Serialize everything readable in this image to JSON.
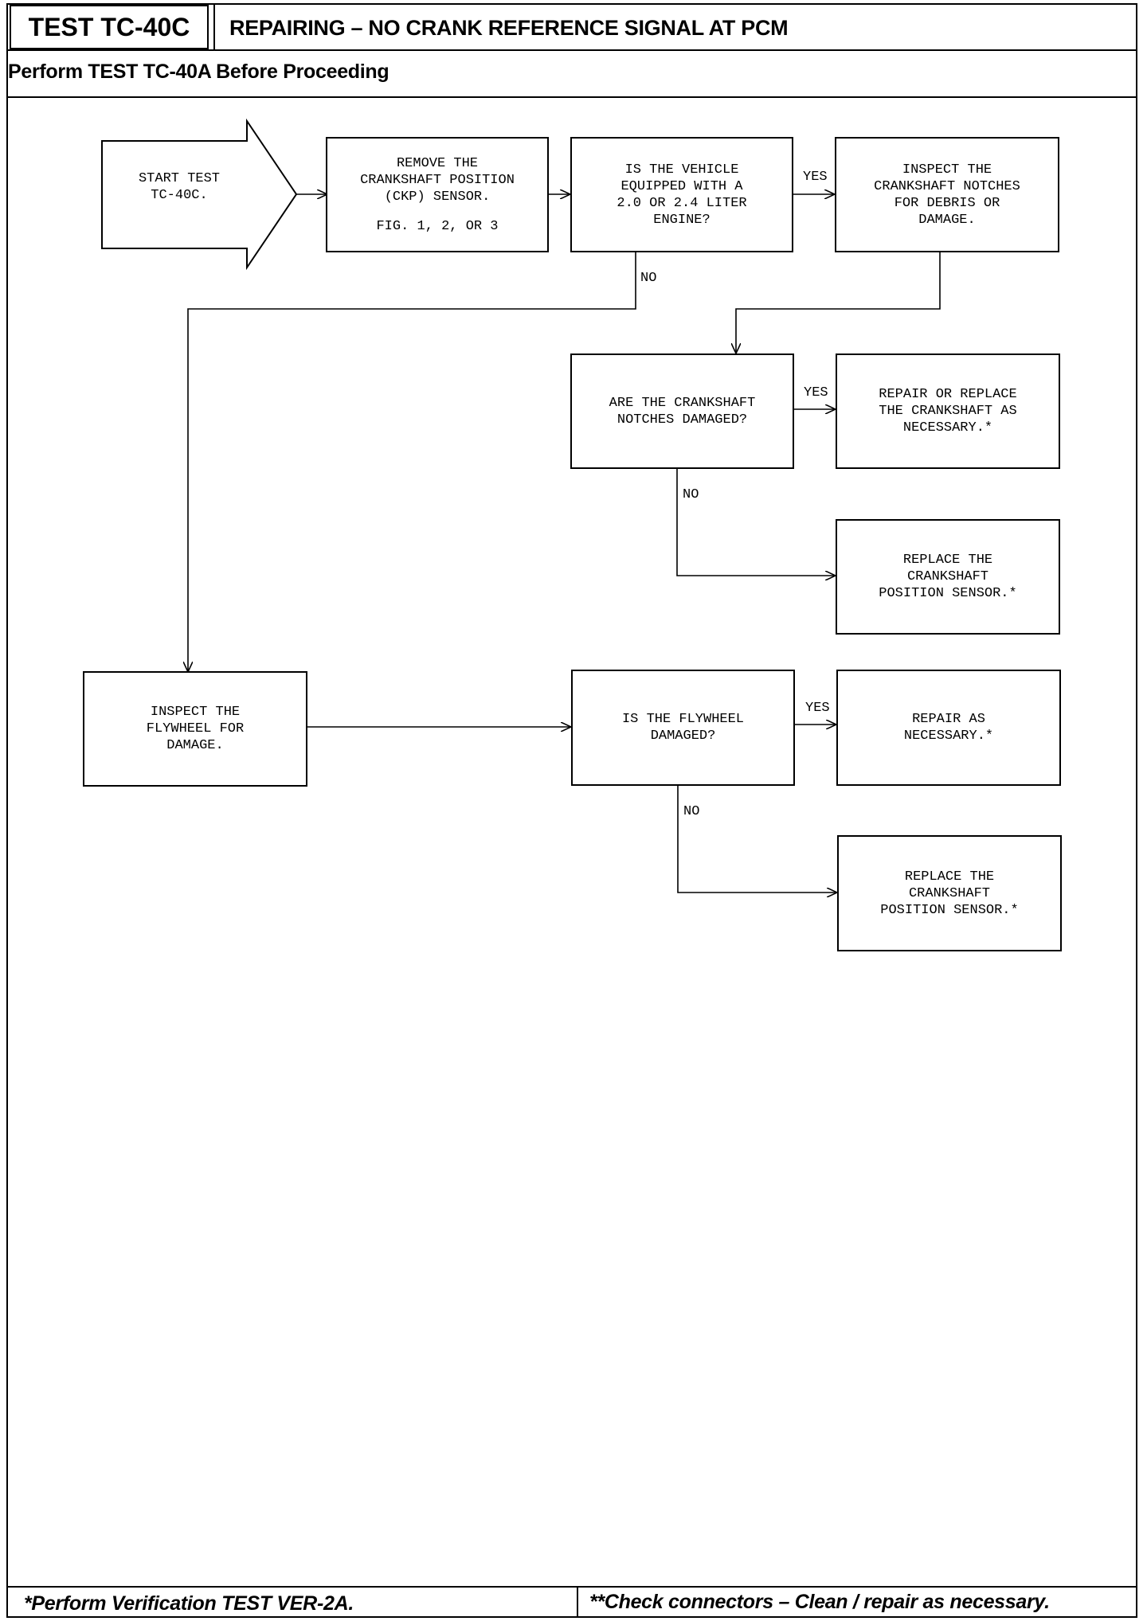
{
  "header": {
    "test_id": "TEST TC-40C",
    "title": "REPAIRING – NO CRANK REFERENCE SIGNAL AT PCM",
    "subtitle": "Perform TEST TC-40A Before Proceeding"
  },
  "flowchart": {
    "start": {
      "lines": [
        "START TEST",
        "TC-40C."
      ]
    },
    "remove_ckp": {
      "lines": [
        "REMOVE THE",
        "CRANKSHAFT POSITION",
        "(CKP) SENSOR."
      ],
      "figure_ref": "FIG. 1, 2, OR 3"
    },
    "engine_question": {
      "lines": [
        "IS THE VEHICLE",
        "EQUIPPED WITH A",
        "2.0 OR 2.4 LITER",
        "ENGINE?"
      ]
    },
    "inspect_notches": {
      "lines": [
        "INSPECT THE",
        "CRANKSHAFT NOTCHES",
        "FOR DEBRIS OR",
        "DAMAGE."
      ]
    },
    "notches_question": {
      "lines": [
        "ARE THE CRANKSHAFT",
        "NOTCHES DAMAGED?"
      ]
    },
    "repair_replace_crankshaft": {
      "lines": [
        "REPAIR OR REPLACE",
        "THE CRANKSHAFT AS",
        "NECESSARY.*"
      ]
    },
    "replace_sensor_1": {
      "lines": [
        "REPLACE THE",
        "CRANKSHAFT",
        "POSITION SENSOR.*"
      ]
    },
    "inspect_flywheel": {
      "lines": [
        "INSPECT THE",
        "FLYWHEEL FOR",
        "DAMAGE."
      ]
    },
    "flywheel_question": {
      "lines": [
        "IS THE FLYWHEEL",
        "DAMAGED?"
      ]
    },
    "repair_as_necessary": {
      "lines": [
        "REPAIR AS",
        "NECESSARY.*"
      ]
    },
    "replace_sensor_2": {
      "lines": [
        "REPLACE THE",
        "CRANKSHAFT",
        "POSITION SENSOR.*"
      ]
    },
    "labels": {
      "yes": "YES",
      "no": "NO"
    }
  },
  "footer": {
    "left_note": "*Perform Verification TEST VER-2A.",
    "right_note": "**Check connectors – Clean / repair as necessary."
  }
}
